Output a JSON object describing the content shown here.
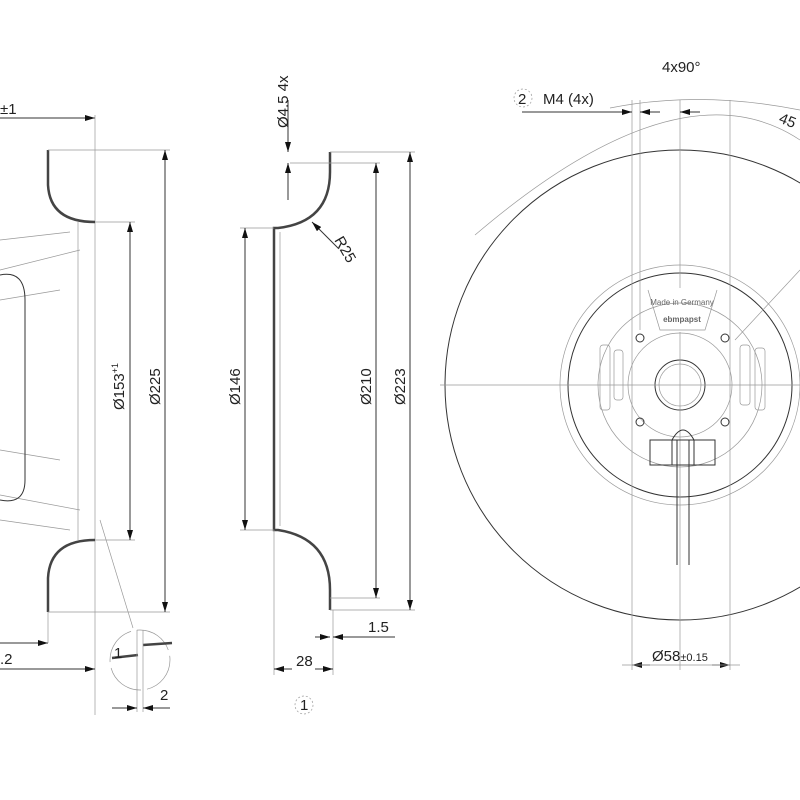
{
  "drawing": {
    "side_view": {
      "tol_fragment": "±1",
      "dim_153": "Ø153",
      "dim_153_tol": "+1",
      "dim_225": "Ø225",
      "dim_fragment": ".2",
      "detail_dim": "2",
      "detail_label": "1"
    },
    "inlet_ring": {
      "hole_dim": "Ø4.5 4x",
      "radius": "R25",
      "dim_146": "Ø146",
      "dim_210": "Ø210",
      "dim_223": "Ø223",
      "dim_1_5": "1.5",
      "dim_28": "28",
      "callout": "1"
    },
    "front_view": {
      "callout": "2",
      "thread": "M4 (4x)",
      "angle": "4x90°",
      "angle_45": "45",
      "made_in": "Made in Germany",
      "brand": "ebmpapst",
      "dim_58": "Ø58",
      "dim_58_tol": "±0.15"
    }
  }
}
